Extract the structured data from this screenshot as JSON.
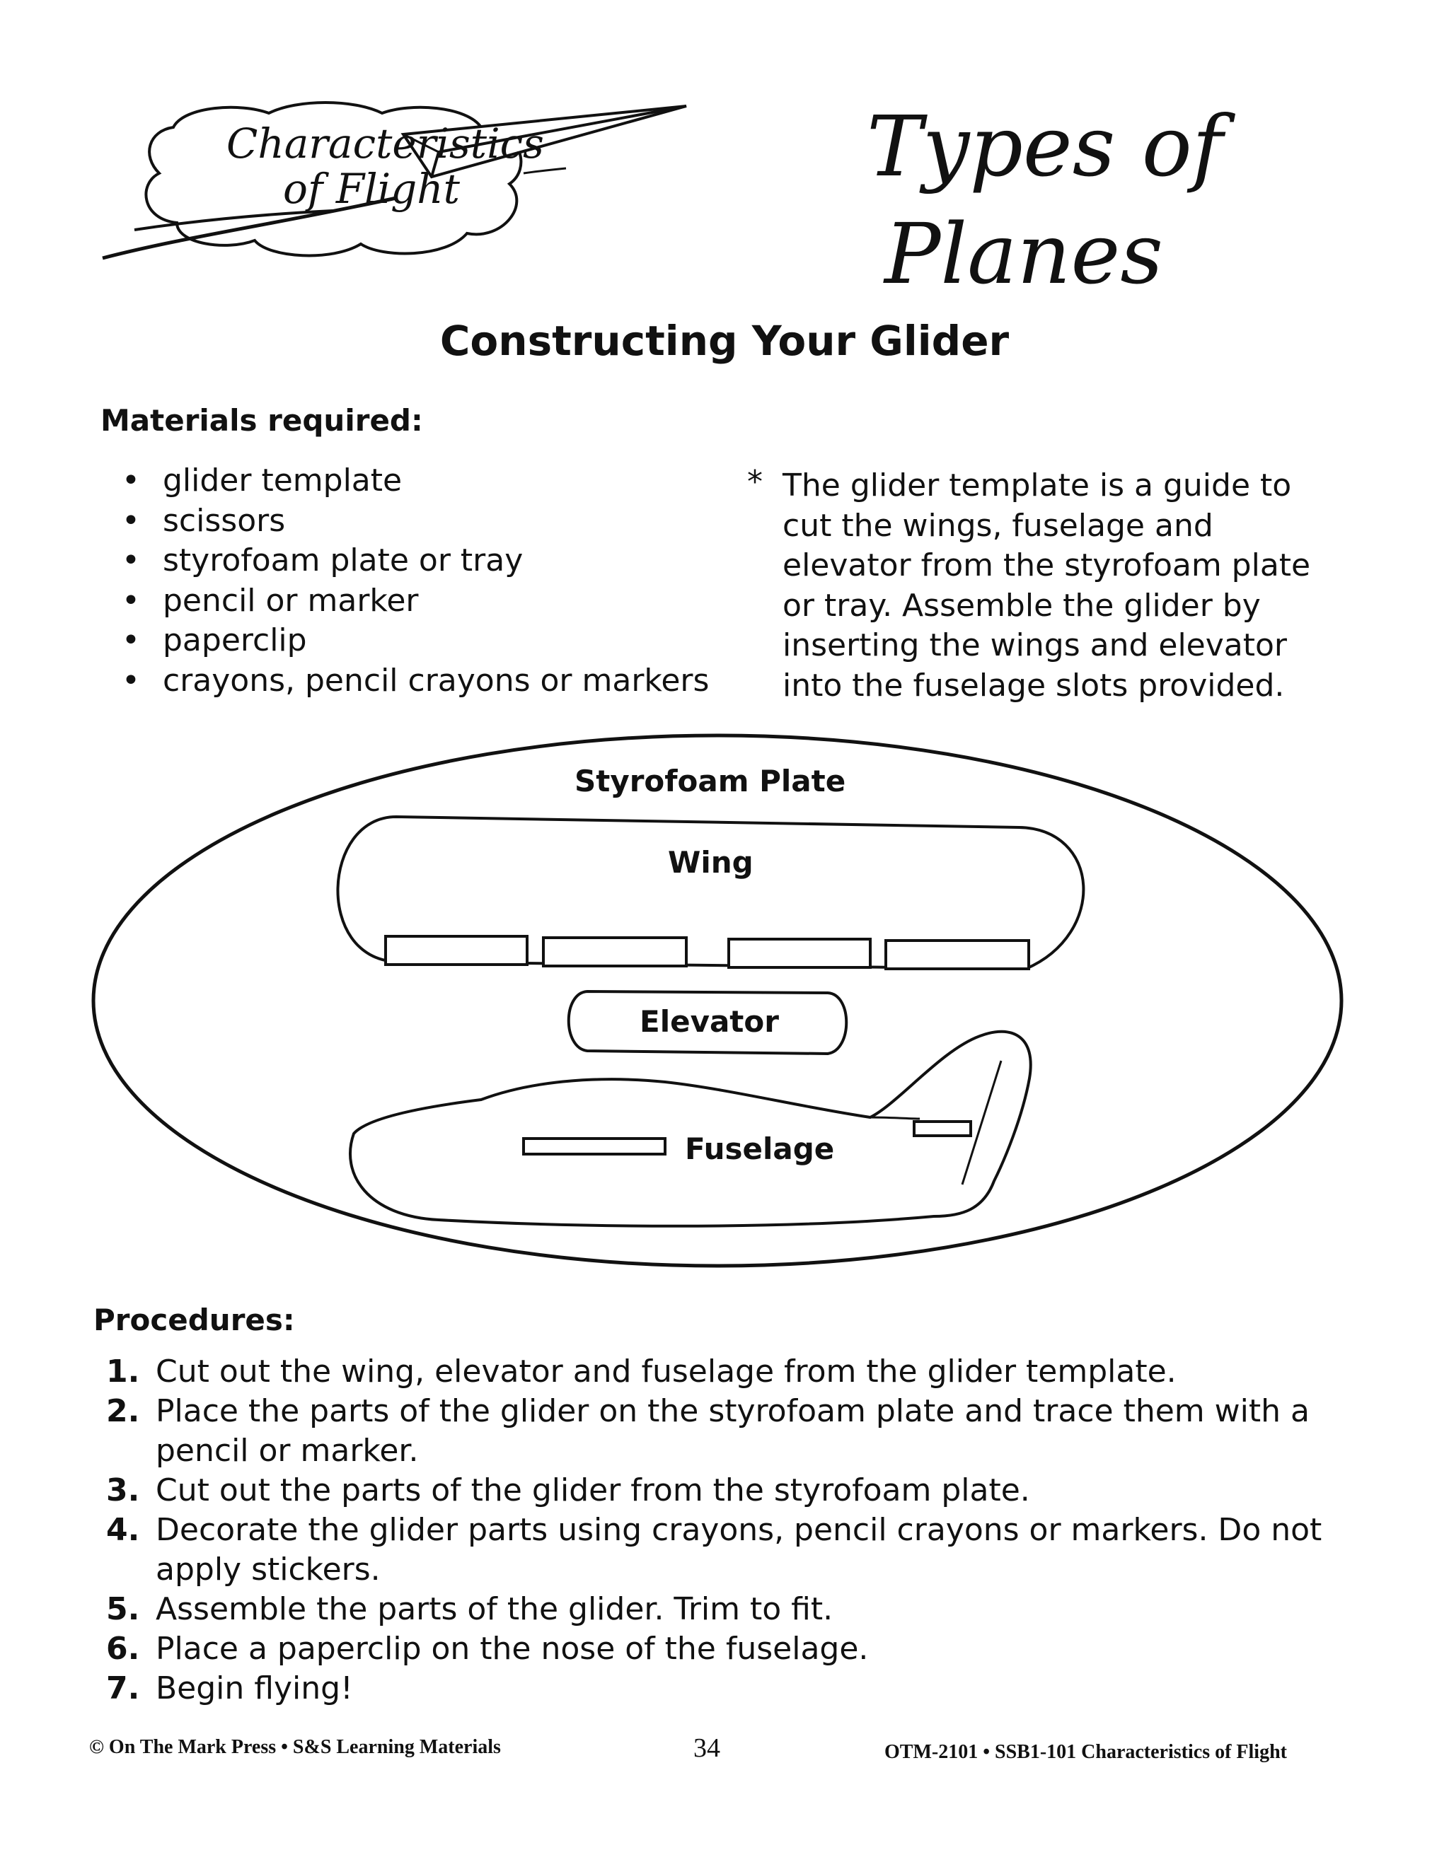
{
  "logo": {
    "line1": "Characteristics",
    "line2": "of Flight"
  },
  "title": {
    "line1": "Types of",
    "line2": "Planes"
  },
  "subtitle": "Constructing Your Glider",
  "materials": {
    "heading": "Materials required:",
    "items": [
      "glider template",
      "scissors",
      "styrofoam plate or tray",
      "pencil or marker",
      "paperclip",
      "crayons, pencil crayons or markers"
    ]
  },
  "note": {
    "marker": "*",
    "lines": [
      "The glider template is a guide to",
      "cut the wings, fuselage and",
      "elevator from the styrofoam plate",
      "or tray.  Assemble the glider by",
      "inserting the wings and elevator",
      "into the fuselage slots provided."
    ]
  },
  "diagram": {
    "plate_label": "Styrofoam Plate",
    "wing_label": "Wing",
    "elevator_label": "Elevator",
    "fuselage_label": "Fuselage"
  },
  "procedures": {
    "heading": "Procedures:",
    "steps": [
      {
        "num": "1.",
        "text": "Cut out the wing, elevator and fuselage from the glider template."
      },
      {
        "num": "2.",
        "text": "Place the parts of the glider on the styrofoam plate and trace them with a pencil or marker."
      },
      {
        "num": "3.",
        "text": "Cut out the parts of the glider from the styrofoam plate."
      },
      {
        "num": "4.",
        "text": "Decorate the glider parts using crayons, pencil crayons or markers.  Do not apply stickers."
      },
      {
        "num": "5.",
        "text": "Assemble the parts of the glider.  Trim to fit."
      },
      {
        "num": "6.",
        "text": "Place a paperclip on the nose of the fuselage."
      },
      {
        "num": "7.",
        "text": "Begin flying!"
      }
    ]
  },
  "footer": {
    "left": "© On The Mark Press • S&S Learning Materials",
    "page": "34",
    "right": "OTM-2101 • SSB1-101 Characteristics of Flight"
  }
}
